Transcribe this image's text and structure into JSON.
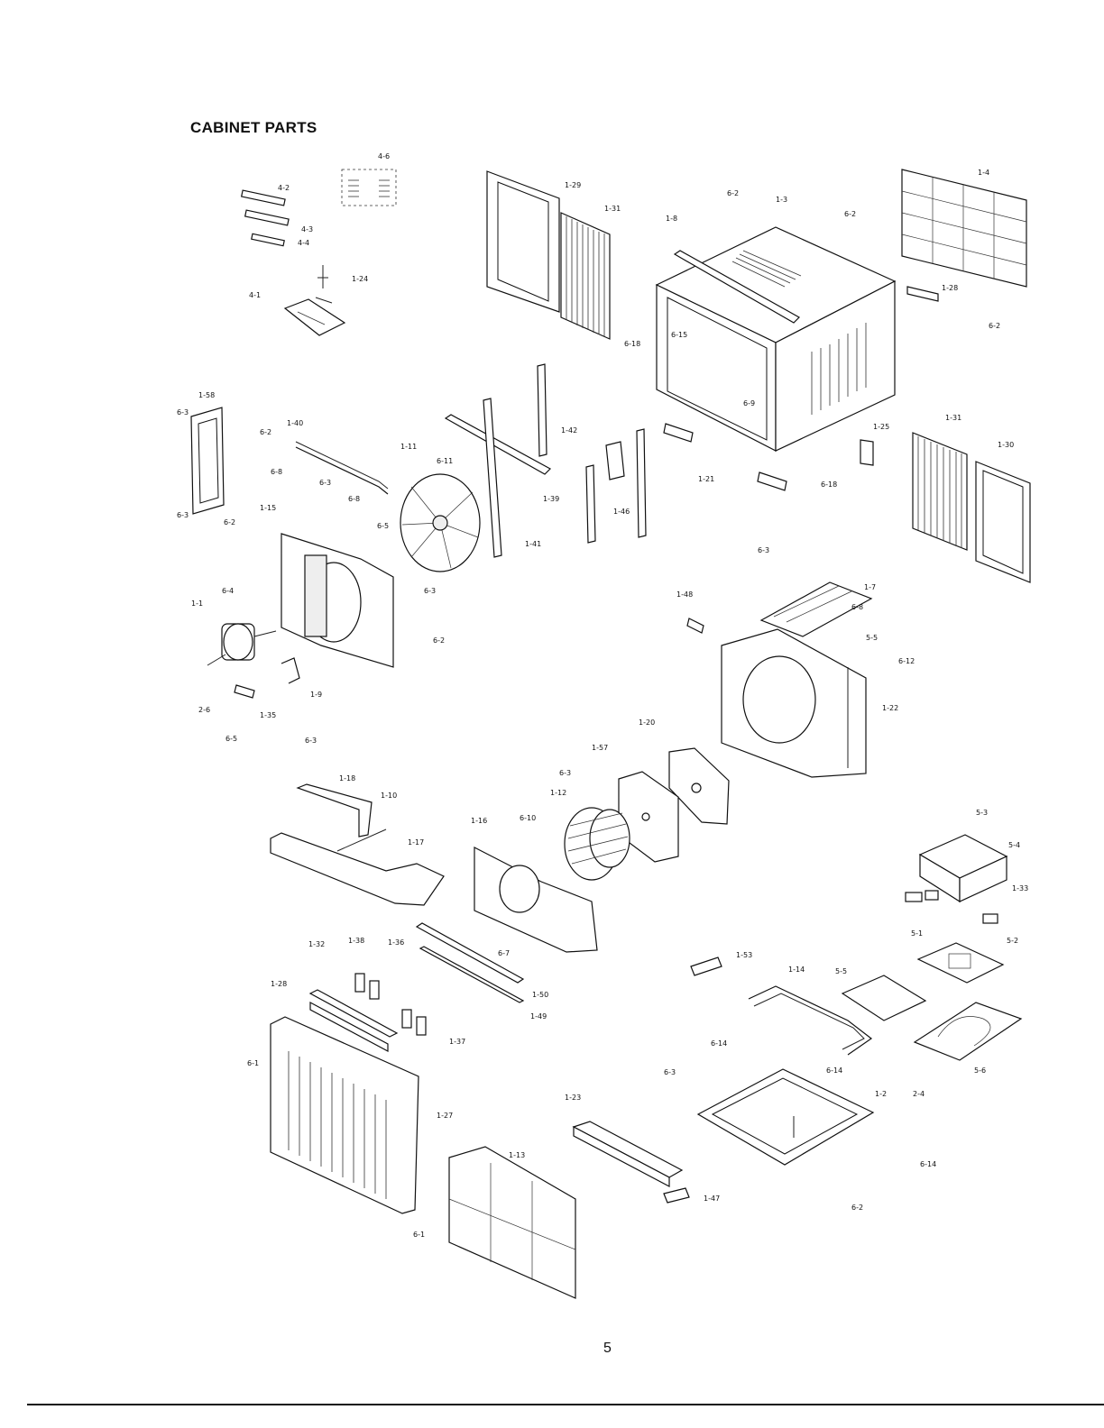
{
  "title": "CABINET PARTS",
  "page_number": "5",
  "labels": [
    {
      "text": "4-6"
    },
    {
      "text": "4-2"
    },
    {
      "text": "4-3"
    },
    {
      "text": "4-4"
    },
    {
      "text": "1-24"
    },
    {
      "text": "4-1"
    },
    {
      "text": "1-29"
    },
    {
      "text": "1-31"
    },
    {
      "text": "6-2"
    },
    {
      "text": "1-3"
    },
    {
      "text": "1-8"
    },
    {
      "text": "6-2"
    },
    {
      "text": "1-4"
    },
    {
      "text": "1-28"
    },
    {
      "text": "6-2"
    },
    {
      "text": "6-18"
    },
    {
      "text": "6-15"
    },
    {
      "text": "6-9"
    },
    {
      "text": "1-58"
    },
    {
      "text": "6-3"
    },
    {
      "text": "6-2"
    },
    {
      "text": "6-3"
    },
    {
      "text": "1-40"
    },
    {
      "text": "1-11"
    },
    {
      "text": "6-11"
    },
    {
      "text": "1-42"
    },
    {
      "text": "1-25"
    },
    {
      "text": "1-31"
    },
    {
      "text": "1-30"
    },
    {
      "text": "6-8"
    },
    {
      "text": "6-3"
    },
    {
      "text": "6-8"
    },
    {
      "text": "1-39"
    },
    {
      "text": "1-46"
    },
    {
      "text": "1-21"
    },
    {
      "text": "6-18"
    },
    {
      "text": "6-2"
    },
    {
      "text": "1-15"
    },
    {
      "text": "6-5"
    },
    {
      "text": "1-41"
    },
    {
      "text": "6-3"
    },
    {
      "text": "6-3"
    },
    {
      "text": "1-7"
    },
    {
      "text": "1-48"
    },
    {
      "text": "6-8"
    },
    {
      "text": "6-4"
    },
    {
      "text": "1-1"
    },
    {
      "text": "6-2"
    },
    {
      "text": "5-5"
    },
    {
      "text": "6-12"
    },
    {
      "text": "1-9"
    },
    {
      "text": "2-6"
    },
    {
      "text": "1-35"
    },
    {
      "text": "6-5"
    },
    {
      "text": "1-22"
    },
    {
      "text": "6-3"
    },
    {
      "text": "1-20"
    },
    {
      "text": "1-57"
    },
    {
      "text": "1-18"
    },
    {
      "text": "6-3"
    },
    {
      "text": "1-10"
    },
    {
      "text": "1-12"
    },
    {
      "text": "1-16"
    },
    {
      "text": "6-10"
    },
    {
      "text": "1-17"
    },
    {
      "text": "5-3"
    },
    {
      "text": "5-4"
    },
    {
      "text": "1-33"
    },
    {
      "text": "5-1"
    },
    {
      "text": "5-2"
    },
    {
      "text": "1-32"
    },
    {
      "text": "1-38"
    },
    {
      "text": "1-36"
    },
    {
      "text": "6-7"
    },
    {
      "text": "1-53"
    },
    {
      "text": "1-28"
    },
    {
      "text": "1-50"
    },
    {
      "text": "1-14"
    },
    {
      "text": "5-5"
    },
    {
      "text": "1-49"
    },
    {
      "text": "1-37"
    },
    {
      "text": "5-6"
    },
    {
      "text": "6-14"
    },
    {
      "text": "6-14"
    },
    {
      "text": "6-1"
    },
    {
      "text": "6-3"
    },
    {
      "text": "1-2"
    },
    {
      "text": "2-4"
    },
    {
      "text": "1-23"
    },
    {
      "text": "1-27"
    },
    {
      "text": "1-13"
    },
    {
      "text": "6-14"
    },
    {
      "text": "1-47"
    },
    {
      "text": "6-2"
    },
    {
      "text": "6-1"
    }
  ]
}
